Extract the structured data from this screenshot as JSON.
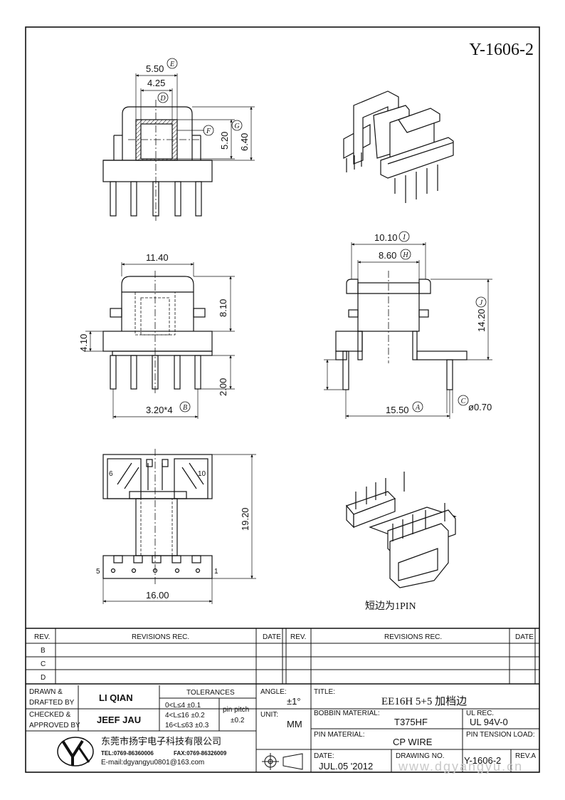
{
  "drawing_no_header": "Y-1606-2",
  "dims": {
    "top_w1": "5.50",
    "top_w1_tag": "E",
    "top_w2": "4.25",
    "top_w2_tag": "D",
    "top_f_tag": "F",
    "top_h1": "5.20",
    "top_h1_tag": "G",
    "top_h2": "6.40",
    "front_w": "11.40",
    "front_h1": "8.10",
    "front_base": "4.10",
    "front_pin": "2.00",
    "front_pitch": "3.20*4",
    "front_pitch_tag": "B",
    "side_w1": "10.10",
    "side_w1_tag": "I",
    "side_w2": "8.60",
    "side_w2_tag": "H",
    "side_h": "14.20",
    "side_h_tag": "J",
    "side_base": "15.50",
    "side_base_tag": "A",
    "pin_dia_tag": "C",
    "pin_dia": "ø0.70",
    "bottom_h": "19.20",
    "bottom_w": "16.00",
    "pin_6": "6",
    "pin_10": "10",
    "pin_5": "5",
    "pin_1": "1"
  },
  "note": "短边为1PIN",
  "revisions": {
    "rev_header": "REV.",
    "rec_header": "REVISIONS   REC.",
    "date_header": "DATE",
    "rows": [
      "B",
      "C",
      "D"
    ]
  },
  "title_block": {
    "drawn_label_1": "DRAWN &",
    "drawn_label_2": "DRAFTED BY",
    "drawn_name": "LI QIAN",
    "checked_label_1": "CHECKED &",
    "checked_label_2": "APPROVED BY",
    "checked_name": "JEEF JAU",
    "tolerances_label": "TOLERANCES",
    "tol_1": "0<L≤4   ±0.1",
    "tol_2": "4<L≤16  ±0.2",
    "tol_3": "16<L≤63 ±0.3",
    "pin_pitch_label": "pin pitch",
    "pin_pitch_value": "±0.2",
    "angle_label": "ANGLE:",
    "angle_value": "±1°",
    "unit_label": "UNIT:",
    "unit_value": "MM",
    "title_label": "TITLE:",
    "title_value": "EE16H 5+5 加档边",
    "bobbin_label": "BOBBIN MATERIAL:",
    "bobbin_value": "T375HF",
    "ul_label": "UL REC.",
    "ul_value": "UL 94V-0",
    "pin_material_label": "PIN MATERIAL:",
    "pin_material_value": "CP WIRE",
    "pin_tension_label": "PIN TENSION LOAD:",
    "date_label": "DATE:",
    "date_value": "JUL.05 '2012",
    "drawing_no_label": "DRAWING NO.",
    "drawing_no_value": "Y-1606-2",
    "rev_label": "REV.A",
    "company_name": "东莞市扬宇电子科技有限公司",
    "company_tel": "TEL:0769-86360006",
    "company_fax": "FAX:0769-86326009",
    "company_email": "E-mail:dgyangyu0801@163.com",
    "watermark": "www.dgyangyu.cn"
  }
}
